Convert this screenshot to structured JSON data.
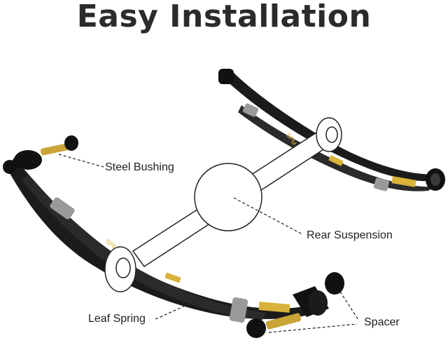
{
  "title": "Easy Installation",
  "labels": {
    "steel_bushing": "Steel Bushing",
    "rear_suspension": "Rear Suspension",
    "leaf_spring": "Leaf Spring",
    "spacer": "Spacer"
  },
  "spring_stamp": "SPM",
  "colors": {
    "spring": "#1b1b1b",
    "clamp": "#9a9a9a",
    "bushing": "#c9a437",
    "stamp": "#d8b23a",
    "axle_stroke": "#222222"
  }
}
